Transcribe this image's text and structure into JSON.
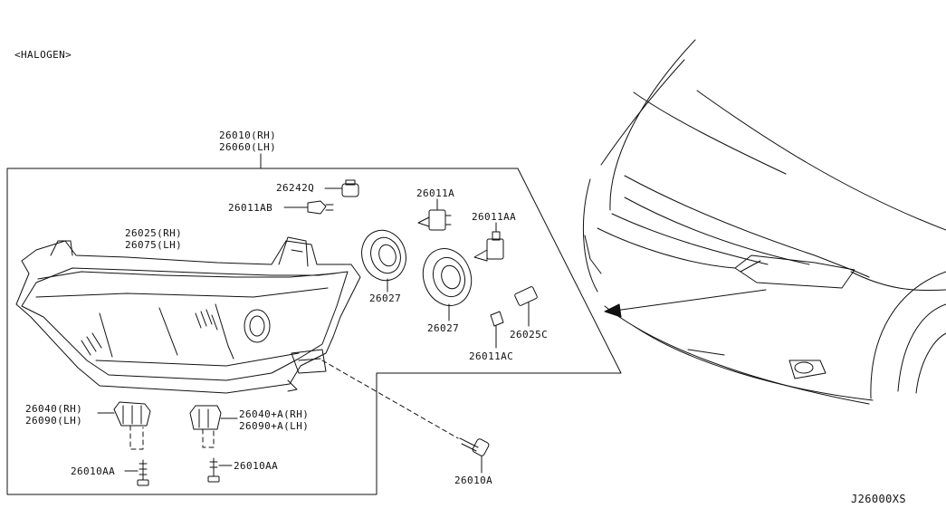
{
  "diagram": {
    "variant_label": "<HALOGEN>",
    "drawing_code": "J26000XS",
    "colors": {
      "ink": "#111111",
      "paper": "#ffffff"
    },
    "callouts": {
      "assembly_rh": "26010(RH)",
      "assembly_lh": "26060(LH)",
      "cap_socket": "26242Q",
      "bulb_side": "26011AB",
      "bulb_main": "26011A",
      "lens_rh": "26025(RH)",
      "lens_lh": "26075(LH)",
      "seal_left": "26027",
      "bulb_high": "26011AA",
      "seal_right": "26027",
      "socket_small": "26025C",
      "bulb_small": "26011AC",
      "bracket_left_rh": "26040(RH)",
      "bracket_left_lh": "26090(LH)",
      "bracket_right_rh": "26040+A(RH)",
      "bracket_right_lh": "26090+A(LH)",
      "screw_left": "26010AA",
      "screw_right": "26010AA",
      "screw_bolt": "26010A"
    }
  }
}
